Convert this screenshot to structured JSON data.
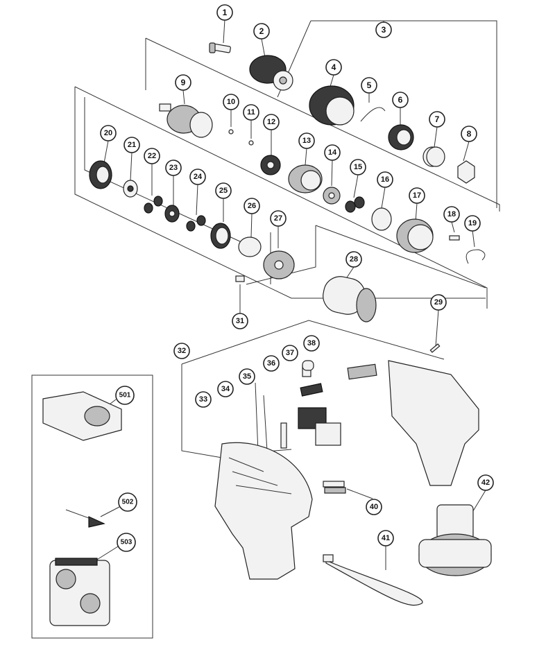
{
  "diagram": {
    "callouts": [
      "1",
      "2",
      "3",
      "4",
      "5",
      "6",
      "7",
      "8",
      "9",
      "10",
      "11",
      "12",
      "13",
      "14",
      "15",
      "16",
      "17",
      "18",
      "19",
      "20",
      "21",
      "22",
      "23",
      "24",
      "25",
      "26",
      "27",
      "28",
      "29",
      "31",
      "32",
      "33",
      "34",
      "35",
      "36",
      "37",
      "38",
      "40",
      "41",
      "42",
      "501",
      "502",
      "503"
    ]
  },
  "colors": {
    "stroke": "#222222",
    "part_light": "#f2f2f2",
    "part_dark": "#3a3a3a",
    "background": "#ffffff"
  }
}
